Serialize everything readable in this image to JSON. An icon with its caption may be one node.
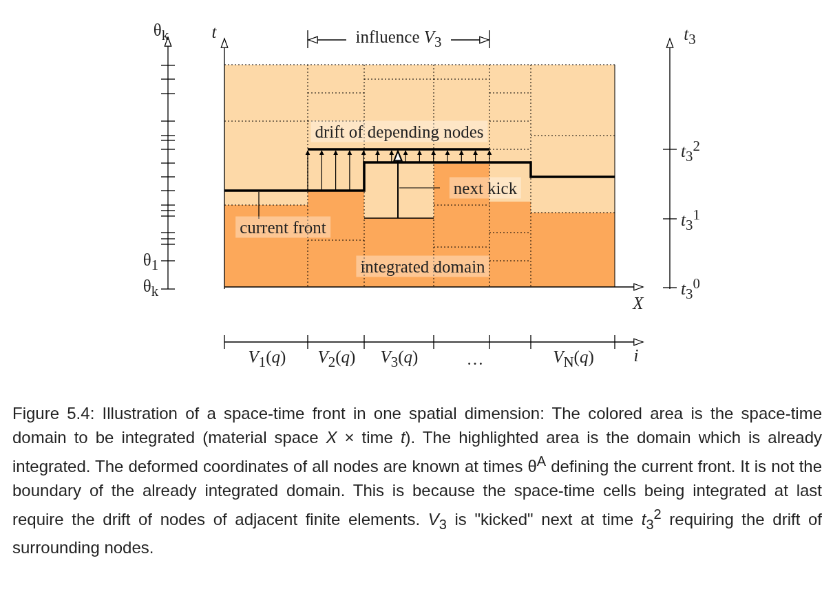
{
  "diagram": {
    "caption": "Figure 5.4: Illustration of a space-time front in one spatial dimension: The colored area is the space-time domain to be integrated (material space *X* × time *t*). The highlighted area is the domain which is already integrated. The deformed coordinates of all nodes are known at times θ$^{A}$ defining the current front. It is not the boundary of the already integrated domain. This is because the space-time cells being integrated at last require the drift of nodes of adjacent finite elements. *V*$_{3}$ is \"kicked\" next at time *t*$_{3}$$^{2}$ requiring the drift of surrounding nodes.",
    "nodes": [
      {
        "text": [
          "current front"
        ]
      },
      {
        "text": [
          "next kick"
        ]
      }
    ],
    "edges": [
      {
        "from": 0,
        "to": null,
        "arrow": "none"
      },
      {
        "from": 1,
        "to": null,
        "arrow": "none"
      }
    ],
    "labels": [
      "θ$_{k}$",
      "*t*",
      "influence *V*$_{3}$",
      "*t*$_{3}$",
      "drift of depending nodes",
      "*t*$_{3}$$^{2}$",
      "*t*$_{3}$$^{1}$",
      "θ$_{1}$",
      "integrated domain",
      "θ$_{k}$",
      "*t*$_{3}$$^{0}$",
      "*X*",
      "*V*$_{1}$(*q*)",
      "*V*$_{2}$(*q*)",
      "*V*$_{3}$(*q*)",
      "…",
      "*V*$_{N}$(*q*)",
      "*i*"
    ]
  }
}
